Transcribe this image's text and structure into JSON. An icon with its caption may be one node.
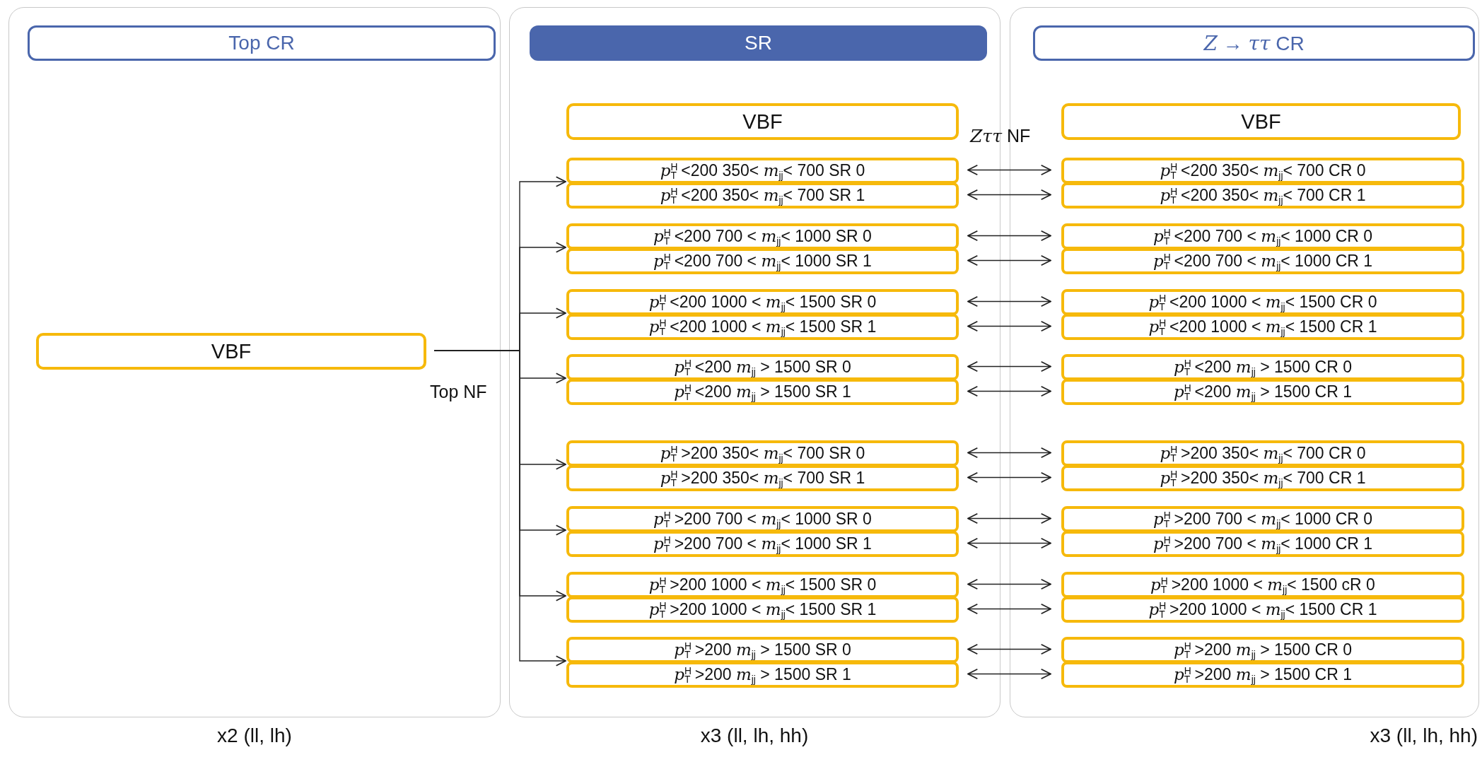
{
  "diagram": {
    "nodes": [
      {
        "text": [],
        "shape": "box",
        "beside": [
          "x2 (ll, lh)"
        ]
      },
      {
        "text": [
          "Top CR"
        ],
        "in": 0
      },
      {
        "text": [
          "VBF"
        ],
        "in": 0
      },
      {
        "text": [],
        "shape": "box",
        "beside": [
          "x3 (ll, lh, hh)"
        ]
      },
      {
        "text": [
          "SR"
        ],
        "in": 3
      },
      {
        "text": [
          "VBF"
        ],
        "in": 3
      },
      {
        "text": [
          "*p*$^{H}$$_{T}$ <200 350< *m*$_{jj}$< 700 SR 0"
        ],
        "in": 3
      },
      {
        "text": [
          "*p*$^{H}$$_{T}$ <200 350< *m*$_{jj}$< 700 SR 1"
        ],
        "in": 3
      },
      {
        "text": [
          "*p*$^{H}$$_{T}$ <200 700 < *m*$_{jj}$< 1000 SR 0"
        ],
        "in": 3
      },
      {
        "text": [
          "*p*$^{H}$$_{T}$ <200 700 < *m*$_{jj}$< 1000 SR 1"
        ],
        "in": 3
      },
      {
        "text": [
          "*p*$^{H}$$_{T}$ <200 1000 < *m*$_{jj}$< 1500 SR 0"
        ],
        "in": 3
      },
      {
        "text": [
          "*p*$^{H}$$_{T}$ <200 1000 < *m*$_{jj}$< 1500 SR 1"
        ],
        "in": 3
      },
      {
        "text": [
          "*p*$^{H}$$_{T}$ <200 *m*$_{jj}$ > 1500 SR 0"
        ],
        "in": 3
      },
      {
        "text": [
          "*p*$^{H}$$_{T}$ <200 *m*$_{jj}$ > 1500 SR 1"
        ],
        "in": 3
      },
      {
        "text": [
          "*p*$^{H}$$_{T}$ >200 350< *m*$_{jj}$< 700 SR 0"
        ],
        "in": 3
      },
      {
        "text": [
          "*p*$^{H}$$_{T}$ >200 350< *m*$_{jj}$< 700 SR 1"
        ],
        "in": 3
      },
      {
        "text": [
          "*p*$^{H}$$_{T}$ >200 700 < *m*$_{jj}$< 1000 SR 0"
        ],
        "in": 3
      },
      {
        "text": [
          "*p*$^{H}$$_{T}$ >200 700 < *m*$_{jj}$< 1000 SR 1"
        ],
        "in": 3
      },
      {
        "text": [
          "*p*$^{H}$$_{T}$ >200 1000 < *m*$_{jj}$< 1500 SR 0"
        ],
        "in": 3
      },
      {
        "text": [
          "*p*$^{H}$$_{T}$ >200 1000 < *m*$_{jj}$< 1500 SR 1"
        ],
        "in": 3
      },
      {
        "text": [
          "*p*$^{H}$$_{T}$ >200 *m*$_{jj}$ > 1500 SR 0"
        ],
        "in": 3
      },
      {
        "text": [
          "*p*$^{H}$$_{T}$ >200 *m*$_{jj}$ > 1500 SR 1"
        ],
        "in": 3
      },
      {
        "text": [],
        "shape": "box",
        "beside": [
          "x3 (ll, lh, hh)"
        ]
      },
      {
        "text": [
          "*Z* → *ττ* CR"
        ],
        "in": 22
      },
      {
        "text": [
          "VBF"
        ],
        "in": 22
      },
      {
        "text": [
          "*p*$^{H}$$_{T}$ <200 350< *m*$_{jj}$< 700 CR 0"
        ],
        "in": 22
      },
      {
        "text": [
          "*p*$^{H}$$_{T}$ <200 350< *m*$_{jj}$< 700 CR 1"
        ],
        "in": 22
      },
      {
        "text": [
          "*p*$^{H}$$_{T}$ <200 700 < *m*$_{jj}$< 1000 CR 0"
        ],
        "in": 22
      },
      {
        "text": [
          "*p*$^{H}$$_{T}$ <200 700 < *m*$_{jj}$< 1000 CR 1"
        ],
        "in": 22
      },
      {
        "text": [
          "*p*$^{H}$$_{T}$ <200 1000 < *m*$_{jj}$< 1500 CR 0"
        ],
        "in": 22
      },
      {
        "text": [
          "*p*$^{H}$$_{T}$ <200 1000 < *m*$_{jj}$< 1500 CR 1"
        ],
        "in": 22
      },
      {
        "text": [
          "*p*$^{H}$$_{T}$ <200 *m*$_{jj}$ > 1500 CR 0"
        ],
        "in": 22
      },
      {
        "text": [
          "*p*$^{H}$$_{T}$ <200 *m*$_{jj}$ > 1500 CR 1"
        ],
        "in": 22
      },
      {
        "text": [
          "*p*$^{H}$$_{T}$ >200 350< *m*$_{jj}$< 700 CR 0"
        ],
        "in": 22
      },
      {
        "text": [
          "*p*$^{H}$$_{T}$ >200 350< *m*$_{jj}$< 700 CR 1"
        ],
        "in": 22
      },
      {
        "text": [
          "*p*$^{H}$$_{T}$ >200 700 < *m*$_{jj}$< 1000 CR 0"
        ],
        "in": 22
      },
      {
        "text": [
          "*p*$^{H}$$_{T}$ >200 700 < *m*$_{jj}$< 1000 CR 1"
        ],
        "in": 22
      },
      {
        "text": [
          "*p*$^{H}$$_{T}$ >200 1000 < *m*$_{jj}$< 1500 cR 0"
        ],
        "in": 22
      },
      {
        "text": [
          "*p*$^{H}$$_{T}$ >200 1000 < *m*$_{jj}$< 1500 CR 1"
        ],
        "in": 22
      },
      {
        "text": [
          "*p*$^{H}$$_{T}$ >200 *m*$_{jj}$ > 1500 CR 0"
        ],
        "in": 22
      },
      {
        "text": [
          "*p*$^{H}$$_{T}$ >200 *m*$_{jj}$ > 1500 CR 1"
        ],
        "in": 22
      }
    ],
    "edges": [
      {
        "from": 2,
        "to": 6,
        "arrow": "to"
      },
      {
        "from": 2,
        "to": 8,
        "arrow": "to"
      },
      {
        "from": 2,
        "to": 10,
        "arrow": "to"
      },
      {
        "from": 2,
        "to": 12,
        "arrow": "to"
      },
      {
        "from": 2,
        "to": 14,
        "arrow": "to"
      },
      {
        "from": 2,
        "to": 16,
        "arrow": "to"
      },
      {
        "from": 2,
        "to": 18,
        "arrow": "to"
      },
      {
        "from": 2,
        "to": 20,
        "arrow": "to"
      },
      {
        "from": 6,
        "to": 25,
        "arrow": "both"
      },
      {
        "from": 7,
        "to": 26,
        "arrow": "both"
      },
      {
        "from": 8,
        "to": 27,
        "arrow": "both"
      },
      {
        "from": 9,
        "to": 28,
        "arrow": "both"
      },
      {
        "from": 10,
        "to": 29,
        "arrow": "both"
      },
      {
        "from": 11,
        "to": 30,
        "arrow": "both"
      },
      {
        "from": 12,
        "to": 31,
        "arrow": "both"
      },
      {
        "from": 13,
        "to": 32,
        "arrow": "both"
      },
      {
        "from": 14,
        "to": 33,
        "arrow": "both"
      },
      {
        "from": 15,
        "to": 34,
        "arrow": "both"
      },
      {
        "from": 16,
        "to": 35,
        "arrow": "both"
      },
      {
        "from": 17,
        "to": 36,
        "arrow": "both"
      },
      {
        "from": 18,
        "to": 37,
        "arrow": "both"
      },
      {
        "from": 19,
        "to": 38,
        "arrow": "both"
      },
      {
        "from": 20,
        "to": 39,
        "arrow": "both"
      },
      {
        "from": 21,
        "to": 40,
        "arrow": "both"
      }
    ],
    "labels": [
      "*Zττ* NF",
      "Top NF"
    ]
  }
}
